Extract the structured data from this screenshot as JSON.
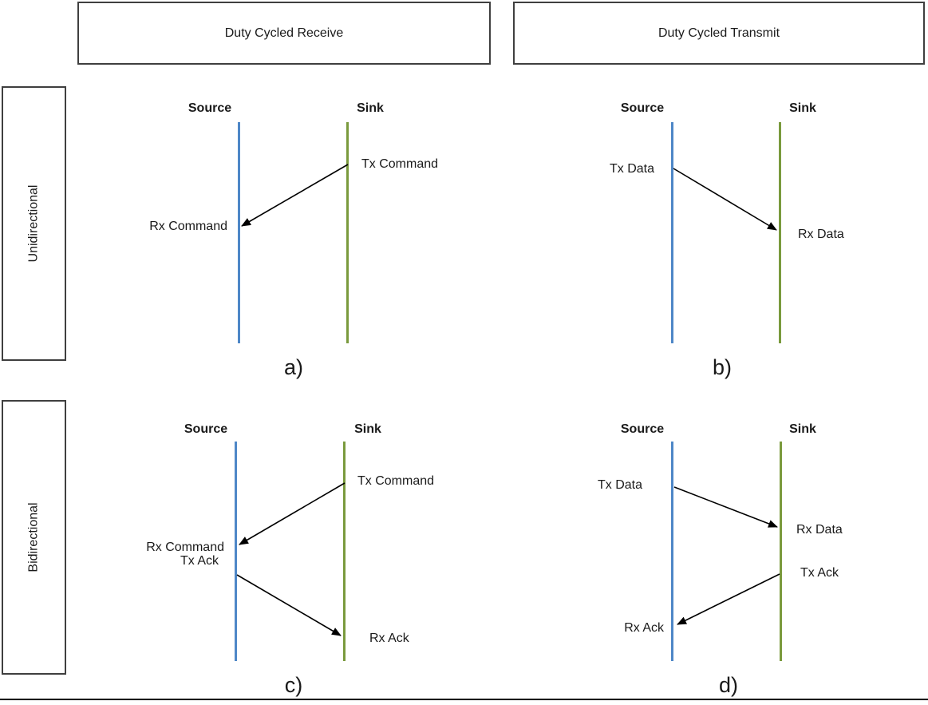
{
  "colors": {
    "source_line": "#4e87c7",
    "sink_line": "#7a9a3d",
    "arrow": "#000000",
    "box_border": "#3f3f3f"
  },
  "headers": {
    "columns": [
      {
        "label": "Duty Cycled Receive"
      },
      {
        "label": "Duty Cycled Transmit"
      }
    ],
    "rows": [
      {
        "label": "Unidirectional"
      },
      {
        "label": "Bidirectional"
      }
    ]
  },
  "quadrants": [
    {
      "caption": "a)",
      "source": "Source",
      "sink": "Sink",
      "messages": {
        "tx": "Tx Command",
        "rx": "Rx Command"
      }
    },
    {
      "caption": "b)",
      "source": "Source",
      "sink": "Sink",
      "messages": {
        "tx": "Tx Data",
        "rx": "Rx Data"
      }
    },
    {
      "caption": "c)",
      "source": "Source",
      "sink": "Sink",
      "messages": {
        "tx": "Tx Command",
        "rx": "Rx Command",
        "tx2": "Tx Ack",
        "rx2": "Rx Ack"
      }
    },
    {
      "caption": "d)",
      "source": "Source",
      "sink": "Sink",
      "messages": {
        "tx": "Tx Data",
        "rx": "Rx Data",
        "tx2": "Tx Ack",
        "rx2": "Rx Ack"
      }
    }
  ]
}
